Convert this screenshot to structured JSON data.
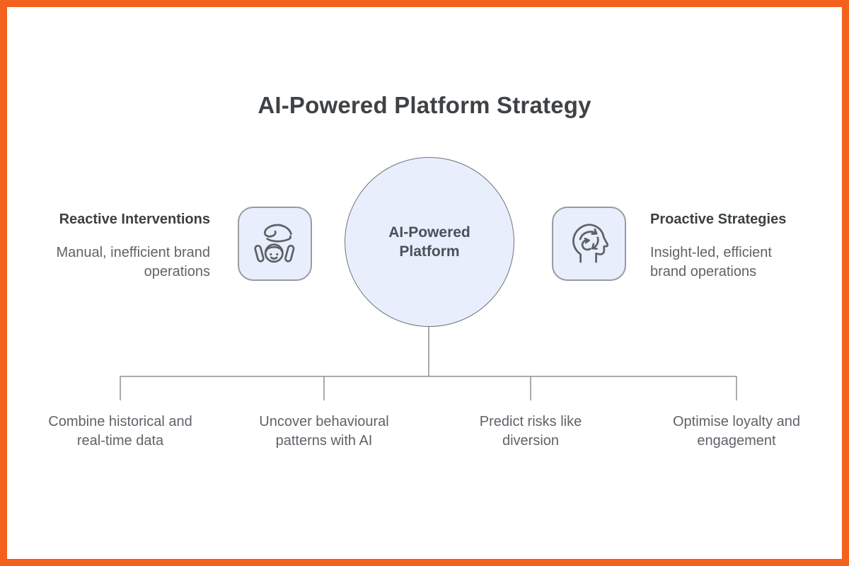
{
  "title": "AI-Powered Platform Strategy",
  "colors": {
    "frame_border": "#F4611D",
    "node_fill": "#E8EEFB",
    "connector_line": "#8B9096",
    "title_text": "#3F4245",
    "heading_text": "#3C4043",
    "body_text": "#5F6368"
  },
  "center_node": {
    "label_lines": [
      "AI-Powered",
      "Platform"
    ]
  },
  "left_side": {
    "icon": "hand-over-child-care-icon",
    "heading": "Reactive Interventions",
    "description_lines": [
      "Manual, inefficient brand",
      "operations"
    ]
  },
  "right_side": {
    "icon": "head-cycle-arrows-icon",
    "heading": "Proactive Strategies",
    "description_lines": [
      "Insight-led, efficient",
      "brand operations"
    ]
  },
  "branches": [
    {
      "lines": [
        "Combine historical and",
        "real-time data"
      ]
    },
    {
      "lines": [
        "Uncover behavioural",
        "patterns with AI"
      ]
    },
    {
      "lines": [
        "Predict risks like",
        "diversion"
      ]
    },
    {
      "lines": [
        "Optimise loyalty and",
        "engagement"
      ]
    }
  ]
}
